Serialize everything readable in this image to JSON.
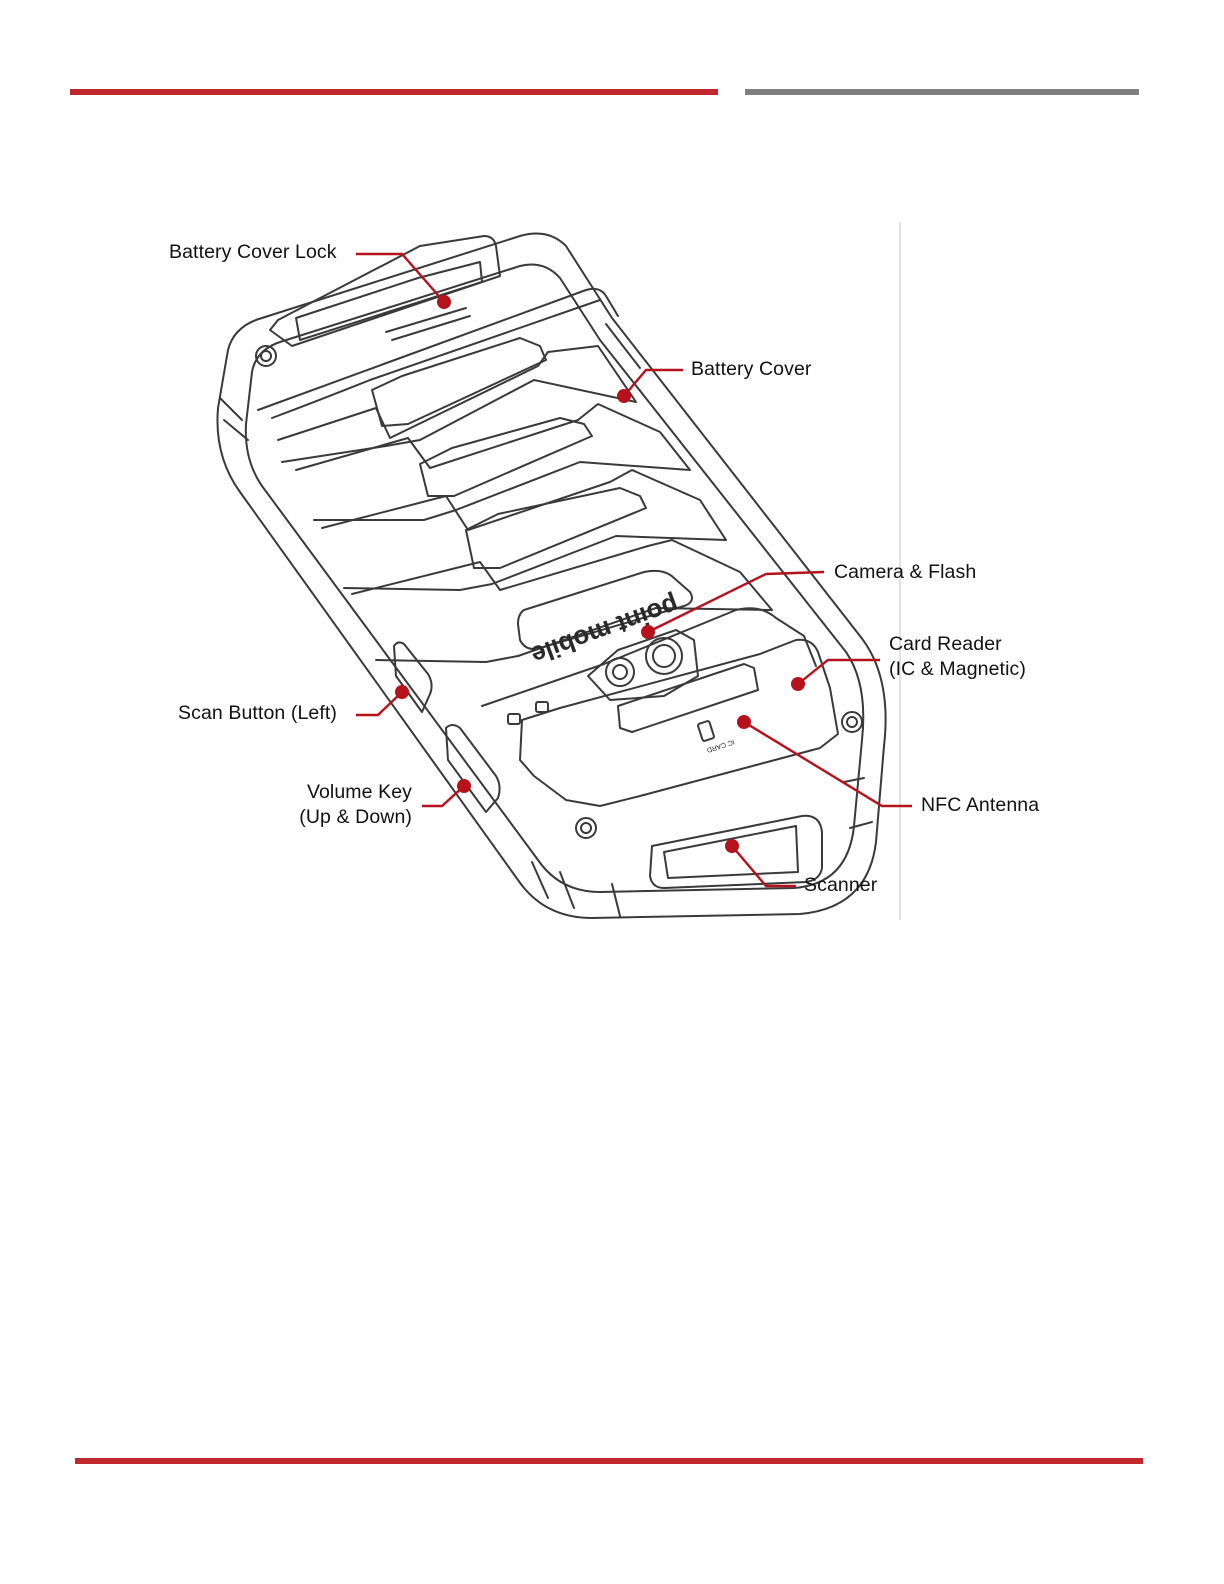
{
  "colors": {
    "accent_red": "#c0282d",
    "rule_gray": "#7f7f7f",
    "callout_red": "#b5121b",
    "drawing_stroke": "#3a3a3a"
  },
  "diagram": {
    "brand_mark": "point mobile",
    "ic_card_mark": "IC CARD",
    "callouts": {
      "battery_cover_lock": "Battery Cover Lock",
      "battery_cover": "Battery Cover",
      "camera_flash": "Camera & Flash",
      "card_reader_line1": "Card Reader",
      "card_reader_line2": "(IC & Magnetic)",
      "scan_button_left": "Scan Button (Left)",
      "volume_key_line1": "Volume Key",
      "volume_key_line2": "(Up & Down)",
      "nfc_antenna": "NFC Antenna",
      "scanner": "Scanner"
    }
  }
}
